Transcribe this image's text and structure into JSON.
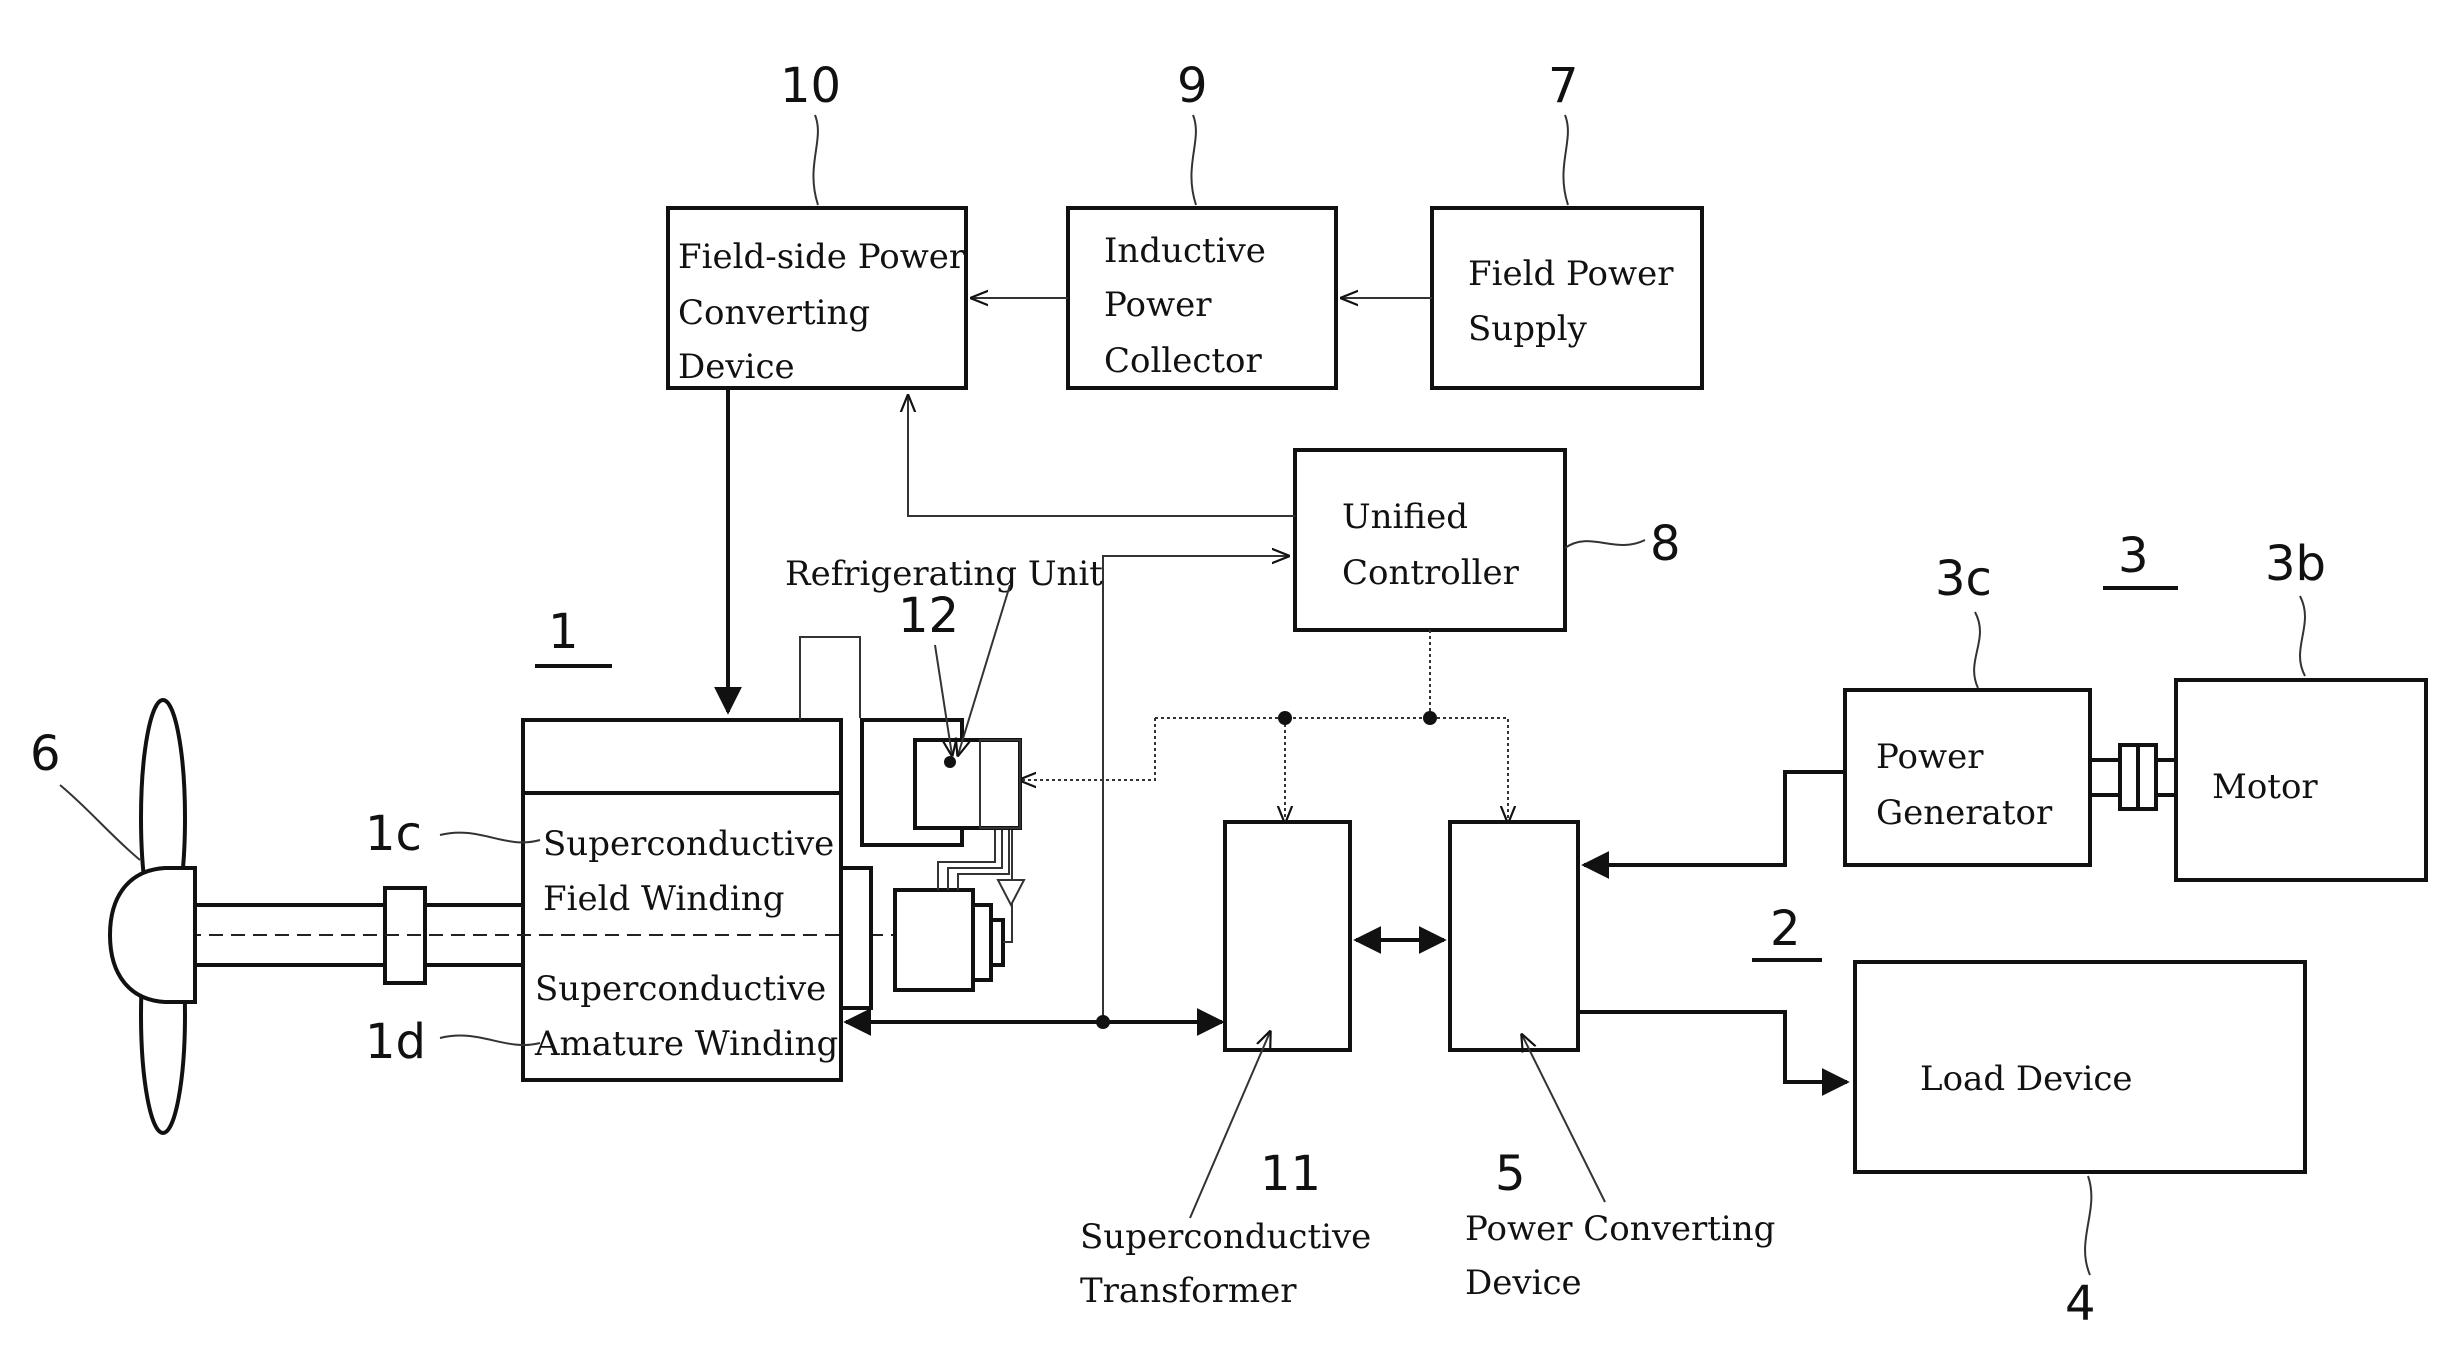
{
  "labels": {
    "field_side_converter": [
      "Field-side Power",
      "Converting",
      "Device"
    ],
    "inductive_collector": [
      "Inductive",
      "Power",
      "Collector"
    ],
    "field_power_supply": [
      "Field Power",
      "Supply"
    ],
    "unified_controller": [
      "Unified",
      "Controller"
    ],
    "refrigerating_unit": "Refrigerating Unit",
    "sc_field_winding": [
      "Superconductive",
      "Field Winding"
    ],
    "sc_armature_winding": [
      "Superconductive",
      "Amature Winding"
    ],
    "power_generator": [
      "Power",
      "Generator"
    ],
    "motor": "Motor",
    "load_device": "Load Device",
    "sc_transformer": [
      "Superconductive",
      "Transformer"
    ],
    "power_converting_device": [
      "Power Converting",
      "Device"
    ]
  },
  "refs": {
    "r10": "10",
    "r9": "9",
    "r7": "7",
    "r8": "8",
    "r1": "1",
    "r12": "12",
    "r6": "6",
    "r1c": "1c",
    "r1d": "1d",
    "r3c": "3c",
    "r3": "3",
    "r3b": "3b",
    "r2": "2",
    "r11": "11",
    "r5": "5",
    "r4": "4"
  }
}
